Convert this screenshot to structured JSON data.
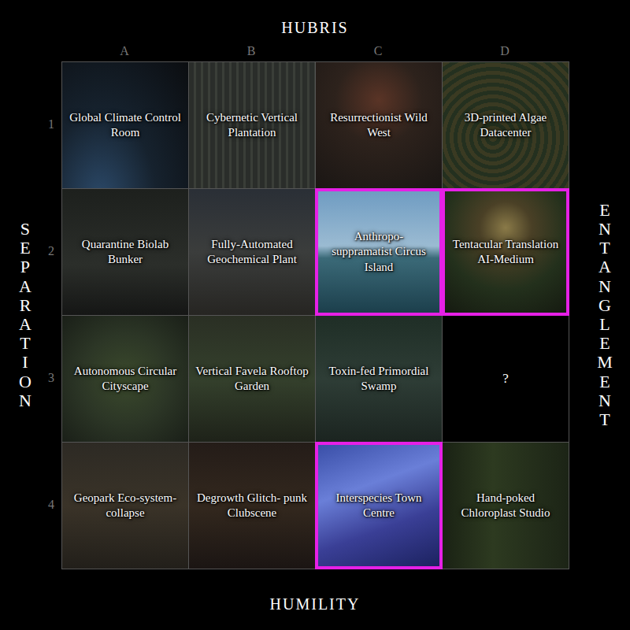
{
  "diagram": {
    "nodes": [
      {
        "text": [
          "Global Climate Control Room"
        ]
      },
      {
        "text": [
          "Cybernetic Vertical Plantation"
        ]
      },
      {
        "text": [
          "Resurrectionist Wild West"
        ]
      },
      {
        "text": [
          "3D-printed Algae Datacenter"
        ]
      },
      {
        "text": [
          "Quarantine Biolab Bunker"
        ]
      },
      {
        "text": [
          "Fully-Automated Geochemical Plant"
        ]
      },
      {
        "text": [
          "Anthropo- suppramatist Circus Island"
        ]
      },
      {
        "text": [
          "Tentacular Translation AI-Medium"
        ]
      },
      {
        "text": [
          "Autonomous Circular Cityscape"
        ]
      },
      {
        "text": [
          "Vertical Favela Rooftop Garden"
        ]
      },
      {
        "text": [
          "Toxin-fed Primordial Swamp"
        ]
      },
      {
        "text": [
          "?"
        ]
      },
      {
        "text": [
          "Geopark Eco-system- collapse"
        ]
      },
      {
        "text": [
          "Degrowth Glitch- punk Clubscene"
        ]
      },
      {
        "text": [
          "Interspecies Town Centre"
        ]
      },
      {
        "text": [
          "Hand-poked Chloroplast Studio"
        ]
      }
    ],
    "labels": [
      "HUBRIS",
      "A",
      "B",
      "C",
      "D",
      "1",
      "2",
      "3",
      "4",
      "SEPARATION",
      "ENTANGLEMENT",
      "HUMILITY"
    ]
  }
}
